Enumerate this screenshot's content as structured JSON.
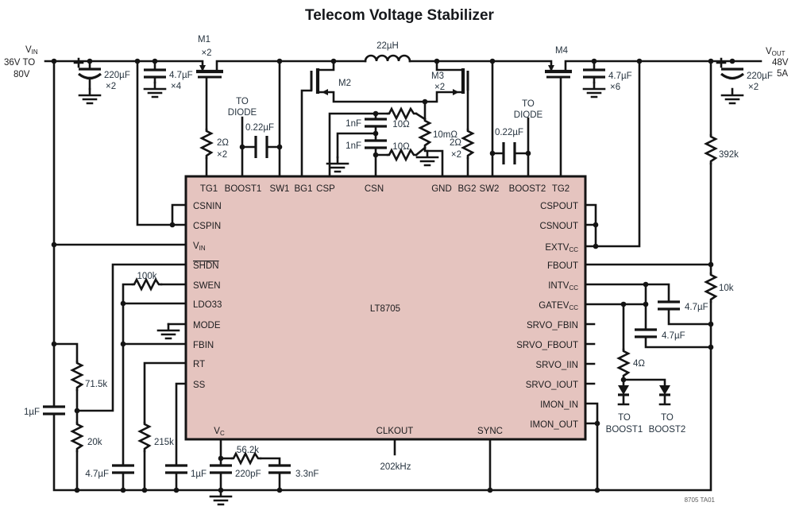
{
  "title": "Telecom Voltage Stabilizer",
  "note": "8705 TA01",
  "colors": {
    "ic_fill": "#e5c4bf",
    "wire": "#141414",
    "value_ink": "#26333f"
  },
  "terminals": {
    "input": {
      "base": "V",
      "sub": "IN",
      "line2": "36V TO",
      "line3": "80V"
    },
    "output": {
      "base": "V",
      "sub": "OUT",
      "line2": "48V",
      "line3": "5A"
    }
  },
  "ic": {
    "label": "LT8705",
    "pins": {
      "top": [
        "TG1",
        "BOOST1",
        "SW1",
        "BG1",
        "CSP",
        "CSN",
        "GND",
        "BG2",
        "SW2",
        "BOOST2",
        "TG2"
      ],
      "left": {
        "csnin": "CSNIN",
        "cspin": "CSPIN",
        "vin_base": "V",
        "vin_sub": "IN",
        "shdn": "SHDN",
        "swen": "SWEN",
        "ldo33": "LDO33",
        "mode": "MODE",
        "fbin": "FBIN",
        "rt": "RT",
        "ss": "SS"
      },
      "right": {
        "cspout": "CSPOUT",
        "csnout": "CSNOUT",
        "extv_base": "EXTV",
        "extv_sub": "CC",
        "fbout": "FBOUT",
        "intv_base": "INTV",
        "intv_sub": "CC",
        "gatev_base": "GATEV",
        "gatev_sub": "CC",
        "srvo_fbin": "SRVO_FBIN",
        "srvo_fbout": "SRVO_FBOUT",
        "srvo_iin": "SRVO_IIN",
        "srvo_iout": "SRVO_IOUT",
        "imon_in": "IMON_IN",
        "imon_out": "IMON_OUT"
      },
      "bottom": {
        "vc_base": "V",
        "vc_sub": "C",
        "clkout": "CLKOUT",
        "sync": "SYNC"
      }
    }
  },
  "components": {
    "cin_bulk": {
      "value": "220µF",
      "qty": "×2"
    },
    "cin_hf": {
      "value": "4.7µF",
      "qty": "×4"
    },
    "m1": {
      "name": "M1",
      "qty": "×2"
    },
    "r_tg1": {
      "value": "2Ω",
      "qty": "×2"
    },
    "to_diode_left": {
      "l1": "TO",
      "l2": "DIODE"
    },
    "c_boost1": {
      "value": "0.22µF"
    },
    "inductor": {
      "value": "22µH"
    },
    "m2": {
      "name": "M2"
    },
    "m3": {
      "name": "M3",
      "qty": "×2"
    },
    "c_flt1": {
      "value": "1nF"
    },
    "c_flt2": {
      "value": "1nF"
    },
    "r_flt1": {
      "value": "10Ω"
    },
    "r_flt2": {
      "value": "10Ω"
    },
    "r_sense": {
      "value": "10mΩ"
    },
    "r_bg2": {
      "value": "2Ω",
      "qty": "×2"
    },
    "c_boost2": {
      "value": "0.22µF"
    },
    "to_diode_right": {
      "l1": "TO",
      "l2": "DIODE"
    },
    "m4": {
      "name": "M4"
    },
    "cout_hf": {
      "value": "4.7µF",
      "qty": "×6"
    },
    "cout_bulk": {
      "value": "220µF",
      "qty": "×2"
    },
    "r_fb_top": {
      "value": "392k"
    },
    "r_fb_bot": {
      "value": "10k"
    },
    "c_intvcc": {
      "value": "4.7µF"
    },
    "c_gatevcc": {
      "value": "4.7µF"
    },
    "r_boost": {
      "value": "4Ω"
    },
    "to_boost1": {
      "l1": "TO",
      "l2": "BOOST1"
    },
    "to_boost2": {
      "l1": "TO",
      "l2": "BOOST2"
    },
    "r_swen": {
      "value": "100k"
    },
    "r_uvlo_top": {
      "value": "71.5k"
    },
    "r_uvlo_bot": {
      "value": "20k"
    },
    "c_vin": {
      "value": "1µF"
    },
    "c_ldo33": {
      "value": "4.7µF"
    },
    "r_rt": {
      "value": "215k"
    },
    "c_ss": {
      "value": "1µF"
    },
    "r_vc": {
      "value": "56.2k"
    },
    "c_vc": {
      "value": "220pF"
    },
    "c_vc2": {
      "value": "3.3nF"
    },
    "clkout_freq": {
      "value": "202kHz"
    }
  }
}
